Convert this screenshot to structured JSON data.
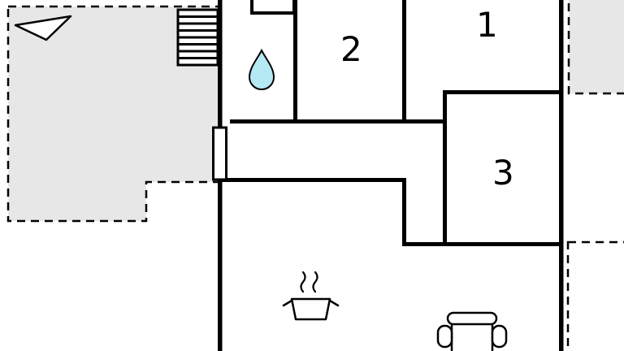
{
  "floorplan": {
    "rooms": [
      {
        "number": "1"
      },
      {
        "number": "2"
      },
      {
        "number": "3"
      }
    ],
    "colors": {
      "background": "#ffffff",
      "wall": "#000000",
      "line": "#000000",
      "terrace_fill": "#e7e7e7",
      "deck_top_right_fill": "#e7e7e7",
      "deck_bottom_right_fill": "#ffffff",
      "water_drop_fill": "#b5e9f3"
    },
    "icons": {
      "north_arrow": "triangle-pointer",
      "stairs": "striped-steps",
      "bathroom_water_drop": "water-drop",
      "kitchen_pot": "cooking-pot-with-steam",
      "living_armchair": "armchair",
      "window": "window-marker"
    }
  }
}
